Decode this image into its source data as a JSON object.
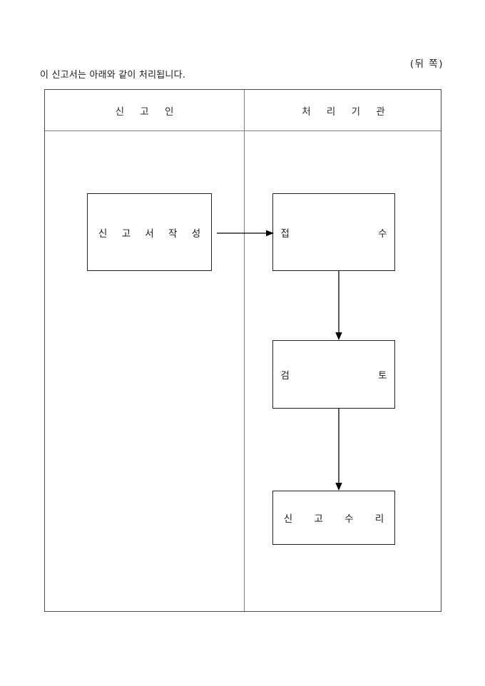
{
  "page": {
    "side_marker": "(뒤 쪽)",
    "intro_line": "이 신고서는 아래와 같이 처리됩니다."
  },
  "table": {
    "columns": [
      {
        "id": "declarant",
        "header": "신 고 인"
      },
      {
        "id": "processing_agency",
        "header": "처 리 기 관"
      }
    ]
  },
  "flow": {
    "declarant_steps": [
      {
        "id": "prepare-form",
        "label": "신 고 서 작 성"
      }
    ],
    "agency_steps": [
      {
        "id": "receipt",
        "label": "접        수"
      },
      {
        "id": "review",
        "label": "검        토"
      },
      {
        "id": "acceptance",
        "label": "신 고 수 리"
      }
    ],
    "connectors": [
      {
        "id": "prepare-to-receipt",
        "direction": "right"
      },
      {
        "id": "receipt-to-review",
        "direction": "down"
      },
      {
        "id": "review-to-acceptance",
        "direction": "down"
      }
    ]
  },
  "colors": {
    "page_background": "#ffffff",
    "table_border": "#4a4a4a",
    "inner_rule": "#7d7d7d",
    "box_border": "#222222",
    "text": "#1a1a1a",
    "arrow": "#000000"
  }
}
